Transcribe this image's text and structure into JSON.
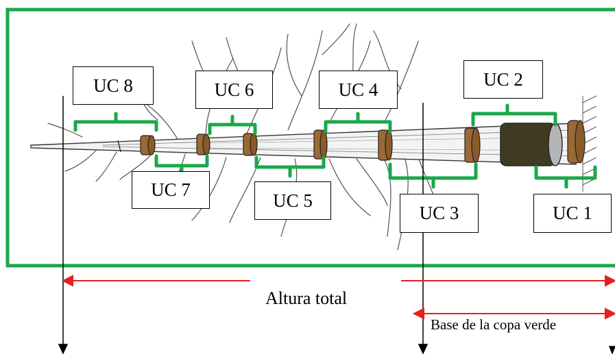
{
  "labels": {
    "uc1": "UC 1",
    "uc2": "UC 2",
    "uc3": "UC 3",
    "uc4": "UC 4",
    "uc5": "UC 5",
    "uc6": "UC 6",
    "uc7": "UC 7",
    "uc8": "UC 8"
  },
  "measures": {
    "total_height": "Altura total",
    "crown_base": "Base de la copa verde"
  },
  "colors": {
    "frame": "#1aa84a",
    "bracket": "#1aa84a",
    "arrow": "#e81e1e",
    "disk": "#9a6a34",
    "disk_dark": "#3e3a24"
  }
}
